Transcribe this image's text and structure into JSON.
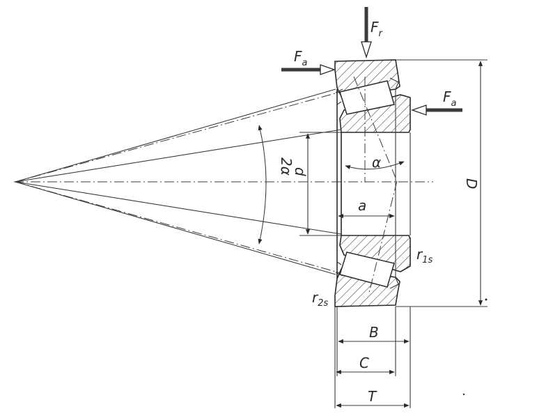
{
  "diagram": {
    "labels": {
      "Fr": "F",
      "Fr_sub": "r",
      "Fa_left": "F",
      "Fa_left_sub": "a",
      "Fa_right": "F",
      "Fa_right_sub": "a",
      "two_alpha": "2α",
      "d": "d",
      "alpha": "α",
      "a": "a",
      "D": "D",
      "r1s": "r",
      "r1s_sub": "1s",
      "r2s": "r",
      "r2s_sub": "2s",
      "B": "B",
      "C": "C",
      "T": "T"
    },
    "colors": {
      "line": "#2a2a2a",
      "background": "#ffffff"
    }
  }
}
